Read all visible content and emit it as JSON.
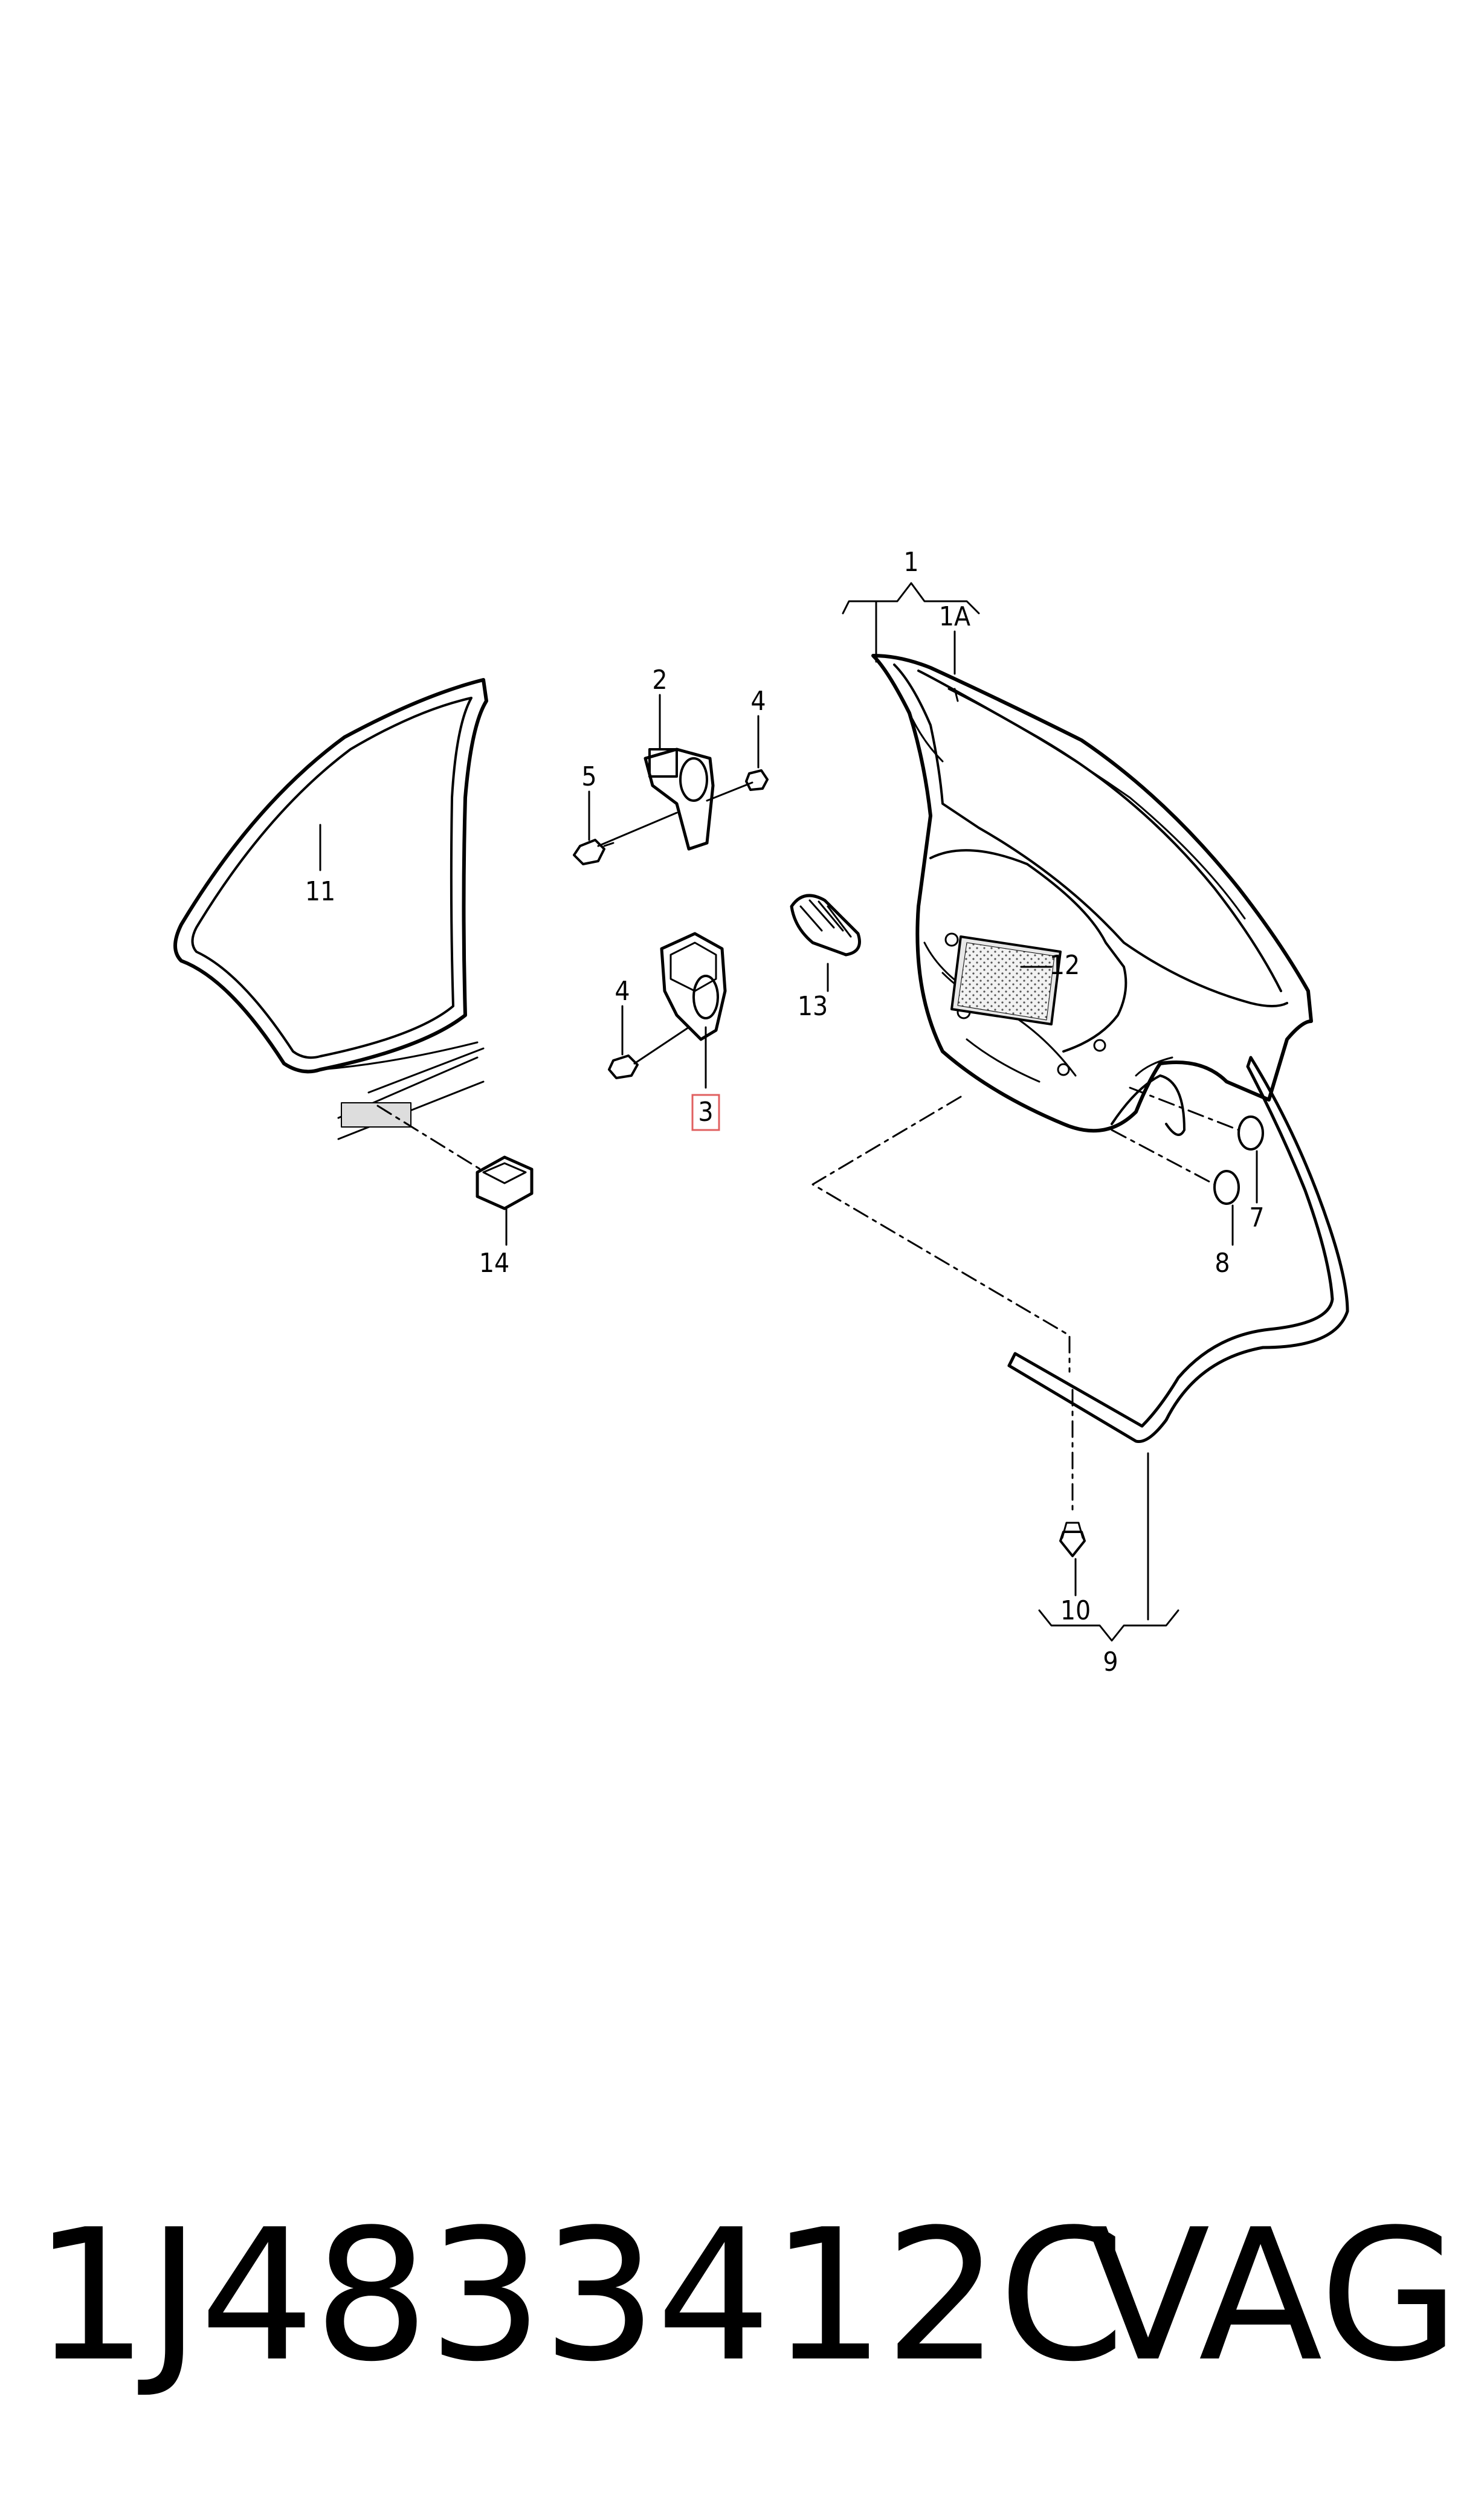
{
  "diagram": {
    "callouts": {
      "p1": "1",
      "p1a": "1A",
      "p2": "2",
      "p3": "3",
      "p4_upper": "4",
      "p4_lower": "4",
      "p5": "5",
      "p7": "7",
      "p8": "8",
      "p9": "9",
      "p10": "10",
      "p11": "11",
      "p12": "12",
      "p13": "13",
      "p14": "14"
    },
    "highlight_color": "#e06060"
  },
  "footer": {
    "part_number": "1J4833412C",
    "brand": "VAG"
  }
}
